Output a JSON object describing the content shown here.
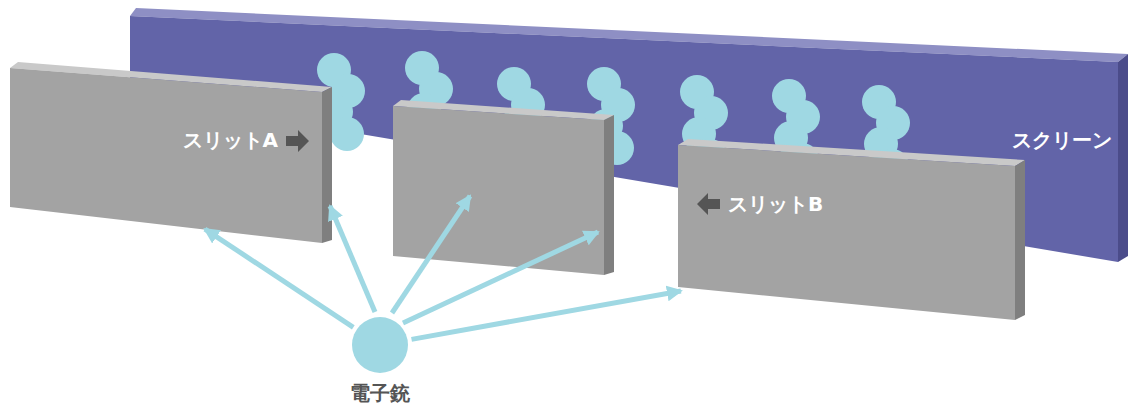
{
  "diagram": {
    "nodes": [
      {
        "text": [
          "スクリーン"
        ]
      },
      {
        "text": [
          "スリットA"
        ]
      },
      {
        "text": [
          "スリットB"
        ]
      },
      {
        "text": [
          "電子銃"
        ]
      }
    ],
    "edges": [
      {
        "from": 3,
        "to": 1,
        "arrow": "to"
      },
      {
        "from": 3,
        "to": 2,
        "arrow": "to"
      }
    ]
  }
}
